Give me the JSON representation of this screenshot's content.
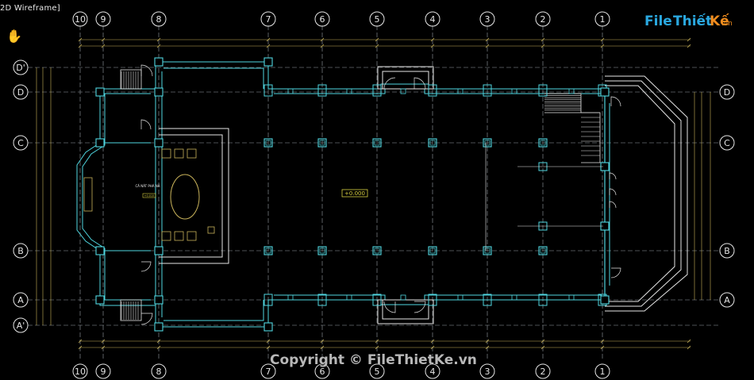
{
  "viewport": {
    "label": "2D Wireframe]",
    "pan_icon": "hand-pan-icon"
  },
  "grid": {
    "columns": [
      "10",
      "9",
      "8",
      "7",
      "6",
      "5",
      "4",
      "3",
      "2",
      "1"
    ],
    "rows": [
      "D'",
      "D",
      "C",
      "B",
      "A",
      "A'"
    ]
  },
  "plan": {
    "level_marker": "+0.000",
    "room_label": "CĂ NÁT PHÁ NÁ",
    "room_level": "+0.015"
  },
  "watermark": {
    "brand_file": "File",
    "brand_thiet": "Thiết",
    "brand_ke": "Kế",
    "brand_vn": ".vn",
    "copyright": "Copyright © FileThietKe.vn"
  },
  "colors": {
    "background": "#000000",
    "wall": "#4fd6e0",
    "grid": "#9aa0a6",
    "dim": "#c8b25a",
    "white": "#e6e6e6",
    "level": "#d8d040",
    "brand_blue": "#2aa8e0",
    "brand_orange": "#f08c1e"
  }
}
